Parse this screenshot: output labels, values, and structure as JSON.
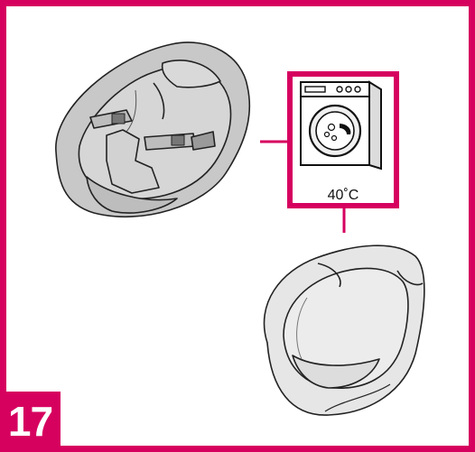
{
  "step": {
    "number": "17"
  },
  "wash_symbol": {
    "temperature": "40˚C",
    "icon": "washing-machine-icon"
  },
  "colors": {
    "accent": "#d6005f",
    "seat_fill": "#c8c8c8",
    "liner_fill": "#e6e6e6"
  },
  "figures": [
    "seat-liner-with-harness",
    "seat-liner-washed"
  ]
}
